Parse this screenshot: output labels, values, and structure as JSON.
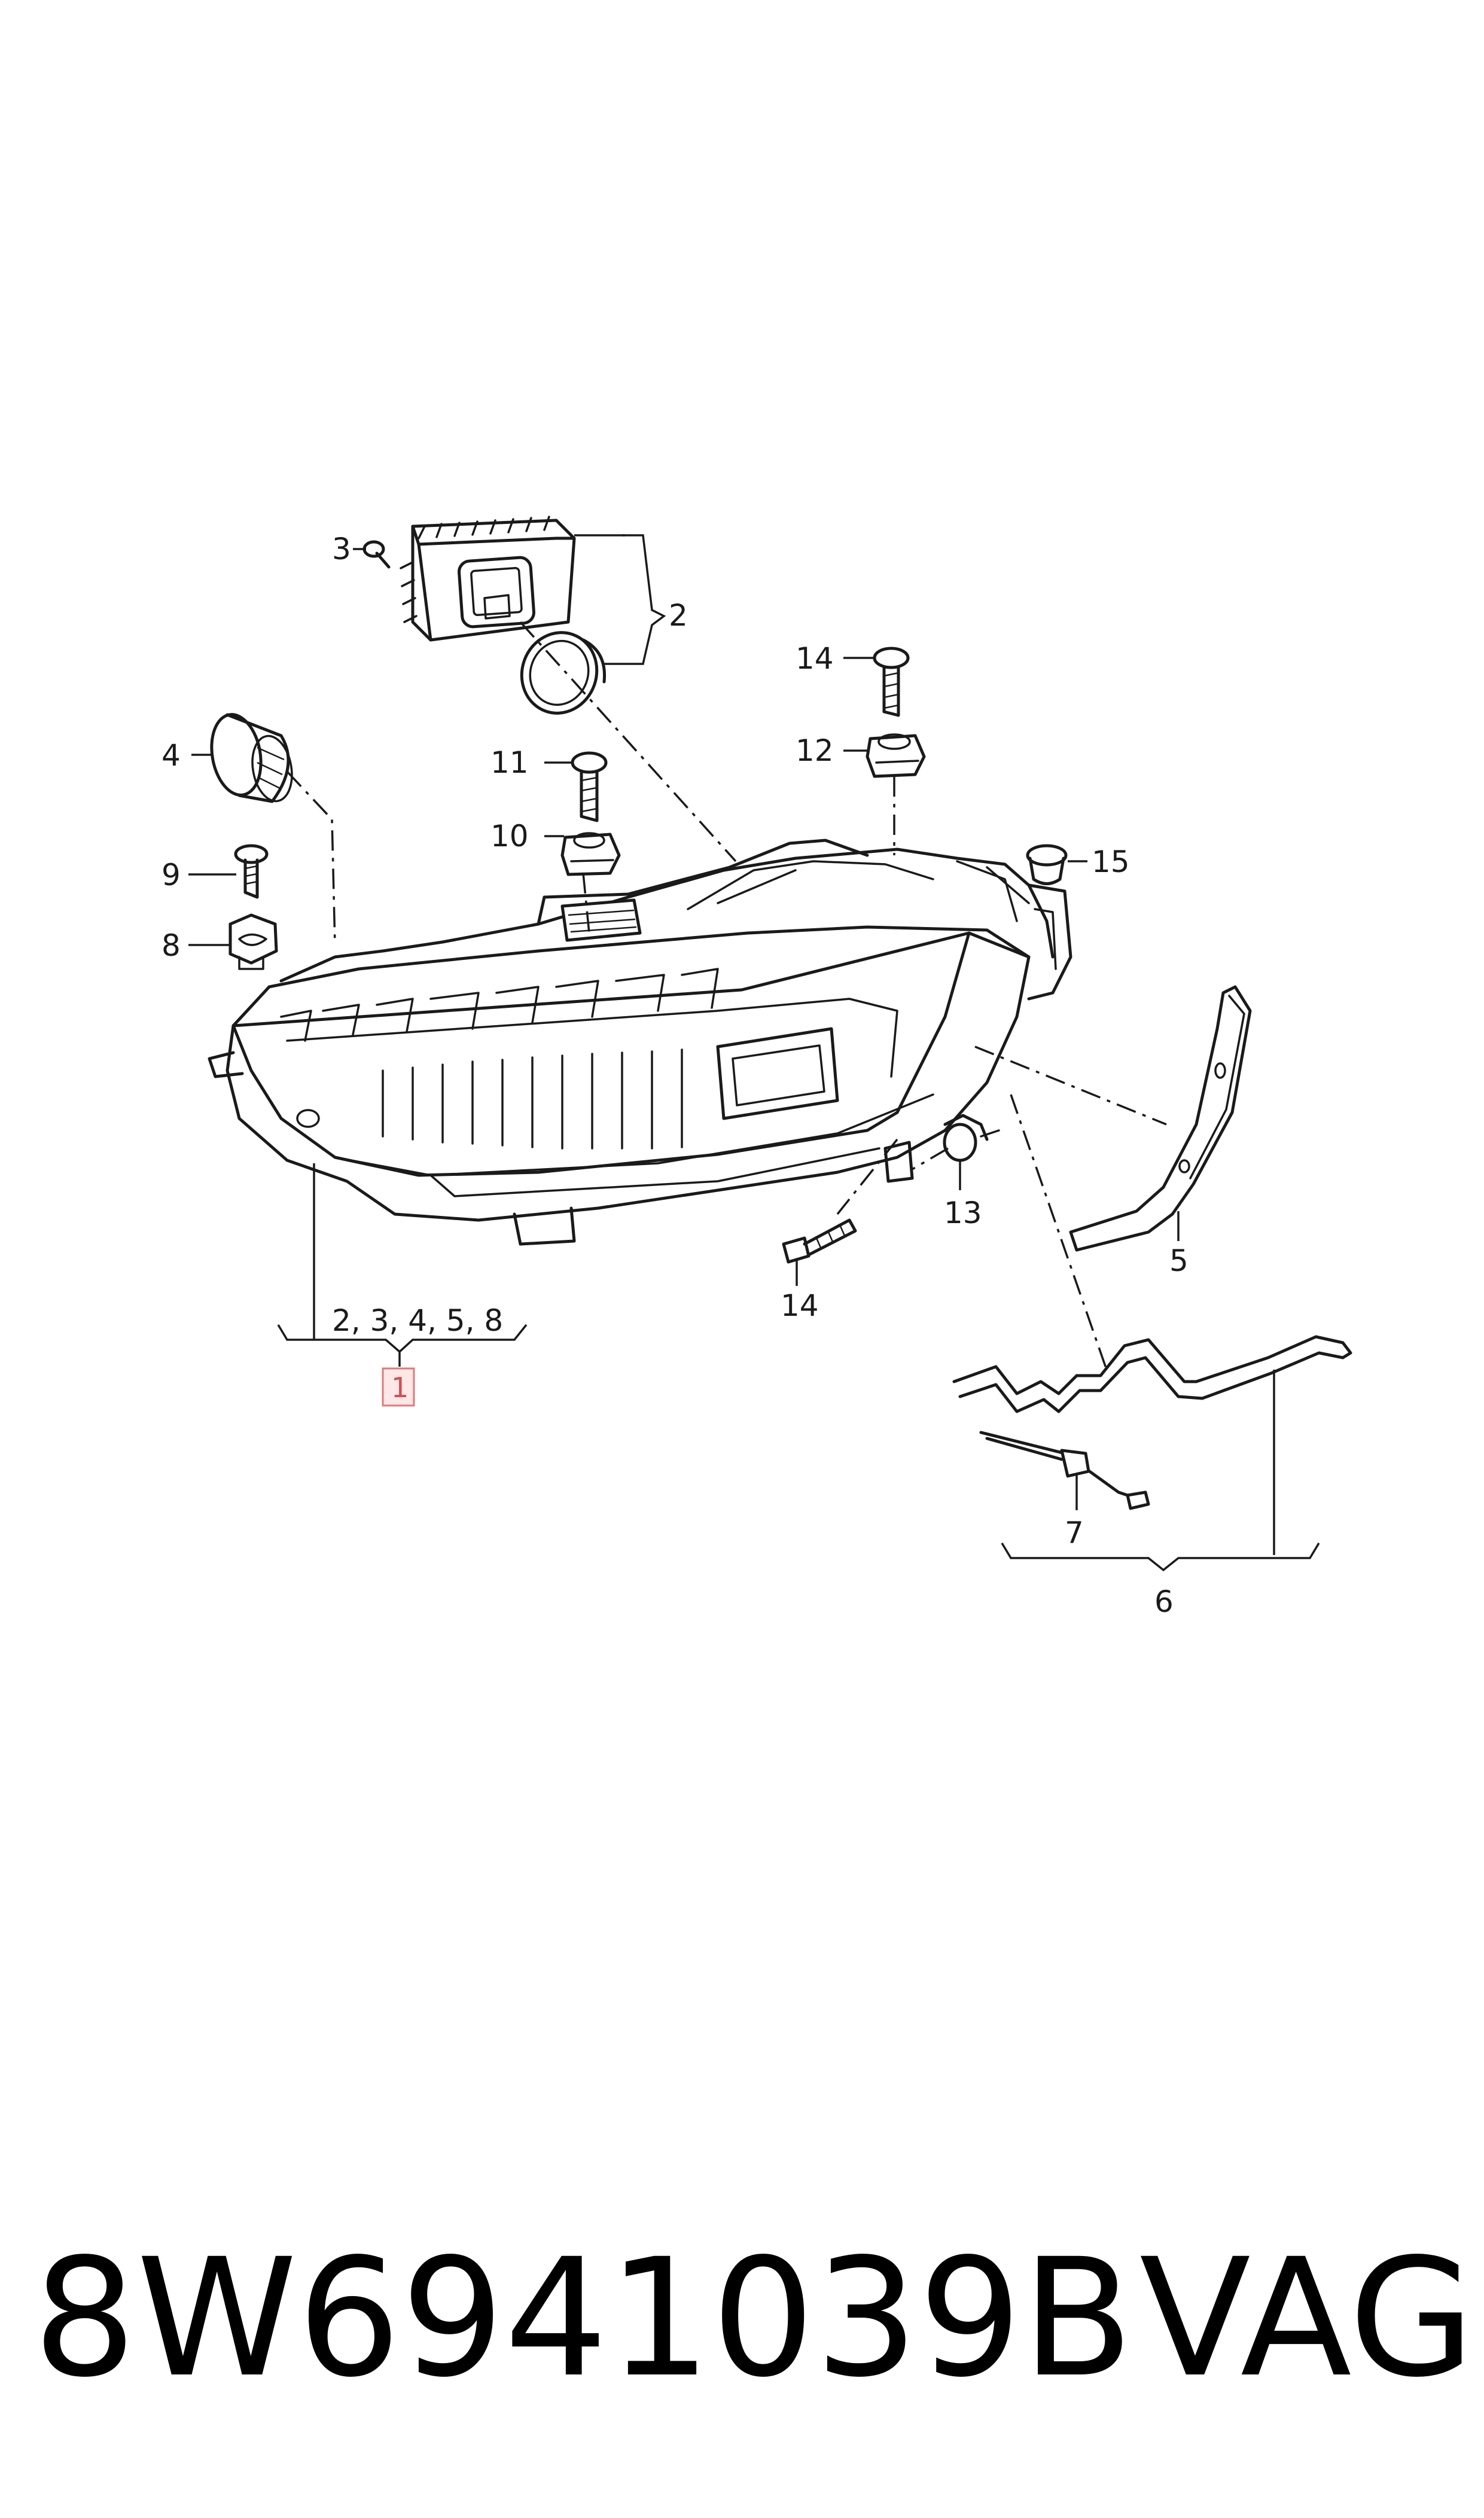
{
  "callouts": {
    "c1": "1",
    "c2": "2",
    "c3": "3",
    "c4": "4",
    "c5": "5",
    "c6": "6",
    "c7": "7",
    "c8": "8",
    "c9": "9",
    "c10": "10",
    "c11": "11",
    "c12": "12",
    "c13": "13",
    "c14_top": "14",
    "c14_bottom": "14",
    "c15": "15",
    "group_main": "2, 3, 4, 5, 8"
  },
  "footer": {
    "part_number": "8W6941039B",
    "brand": "VAG"
  },
  "colors": {
    "line": "#1a1a1a",
    "highlight_fill": "#fde7e7",
    "highlight_stroke": "#e07a7a"
  }
}
